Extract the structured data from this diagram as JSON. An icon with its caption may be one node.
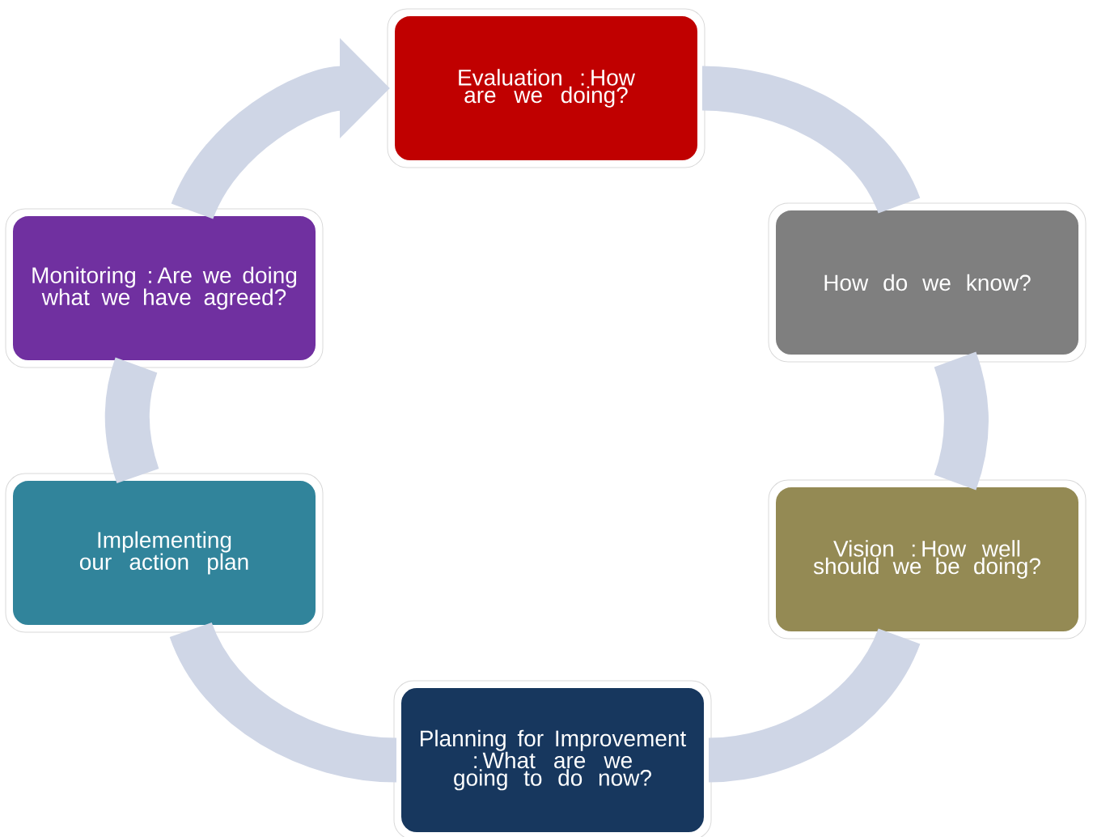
{
  "diagram": {
    "nodes": [
      {
        "text": [
          "Evaluation : How are we doing?"
        ]
      },
      {
        "text": [
          "How do we know?"
        ]
      },
      {
        "text": [
          "Vision : How well should we be doing?"
        ]
      },
      {
        "text": [
          "Planning for Improvement : What are we going to do now?"
        ]
      },
      {
        "text": [
          "Implementing our action plan"
        ]
      },
      {
        "text": [
          "Monitoring : Are we doing what we have agreed?"
        ]
      }
    ],
    "edges": [
      {
        "from": 0,
        "to": 1,
        "arrow": "none"
      },
      {
        "from": 1,
        "to": 2,
        "arrow": "none"
      },
      {
        "from": 2,
        "to": 3,
        "arrow": "none"
      },
      {
        "from": 3,
        "to": 4,
        "arrow": "none"
      },
      {
        "from": 4,
        "to": 5,
        "arrow": "none"
      },
      {
        "from": 5,
        "to": 0,
        "arrow": "to"
      }
    ]
  }
}
